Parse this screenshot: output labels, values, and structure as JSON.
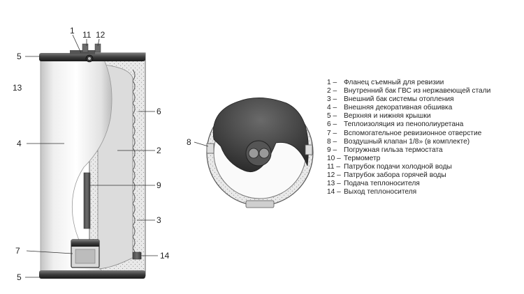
{
  "callouts": {
    "c1": "1",
    "c11": "11",
    "c12": "12",
    "c5top": "5",
    "c13": "13",
    "c4": "4",
    "c6": "6",
    "c2": "2",
    "c9": "9",
    "c3": "3",
    "c7": "7",
    "c14": "14",
    "c5bottom": "5",
    "c8": "8"
  },
  "legend": [
    {
      "num": "1 –",
      "text": "Фланец съемный для ревизии"
    },
    {
      "num": "2 –",
      "text": "Внутренний бак ГВС из нержавеющей стали"
    },
    {
      "num": "3 –",
      "text": "Внешний бак системы отопления"
    },
    {
      "num": "4 –",
      "text": "Внешняя декоративная обшивка"
    },
    {
      "num": "5 –",
      "text": "Верхняя и нижняя крышки"
    },
    {
      "num": "6 –",
      "text": "Теплоизоляция из пенополиуретана"
    },
    {
      "num": "7 –",
      "text": "Вспомогательное ревизионное отверстие"
    },
    {
      "num": "8 –",
      "text": "Воздушный клапан 1/8» (в комплекте)"
    },
    {
      "num": "9 –",
      "text": "Погружная гильза термостата"
    },
    {
      "num": "10 –",
      "text": "Термометр"
    },
    {
      "num": "11 –",
      "text": "Патрубок подачи холодной воды"
    },
    {
      "num": "12 –",
      "text": "Патрубок забора горячей воды"
    },
    {
      "num": "13 –",
      "text": "Подача теплоносителя"
    },
    {
      "num": "14 –",
      "text": "Выход теплоносителя"
    }
  ]
}
